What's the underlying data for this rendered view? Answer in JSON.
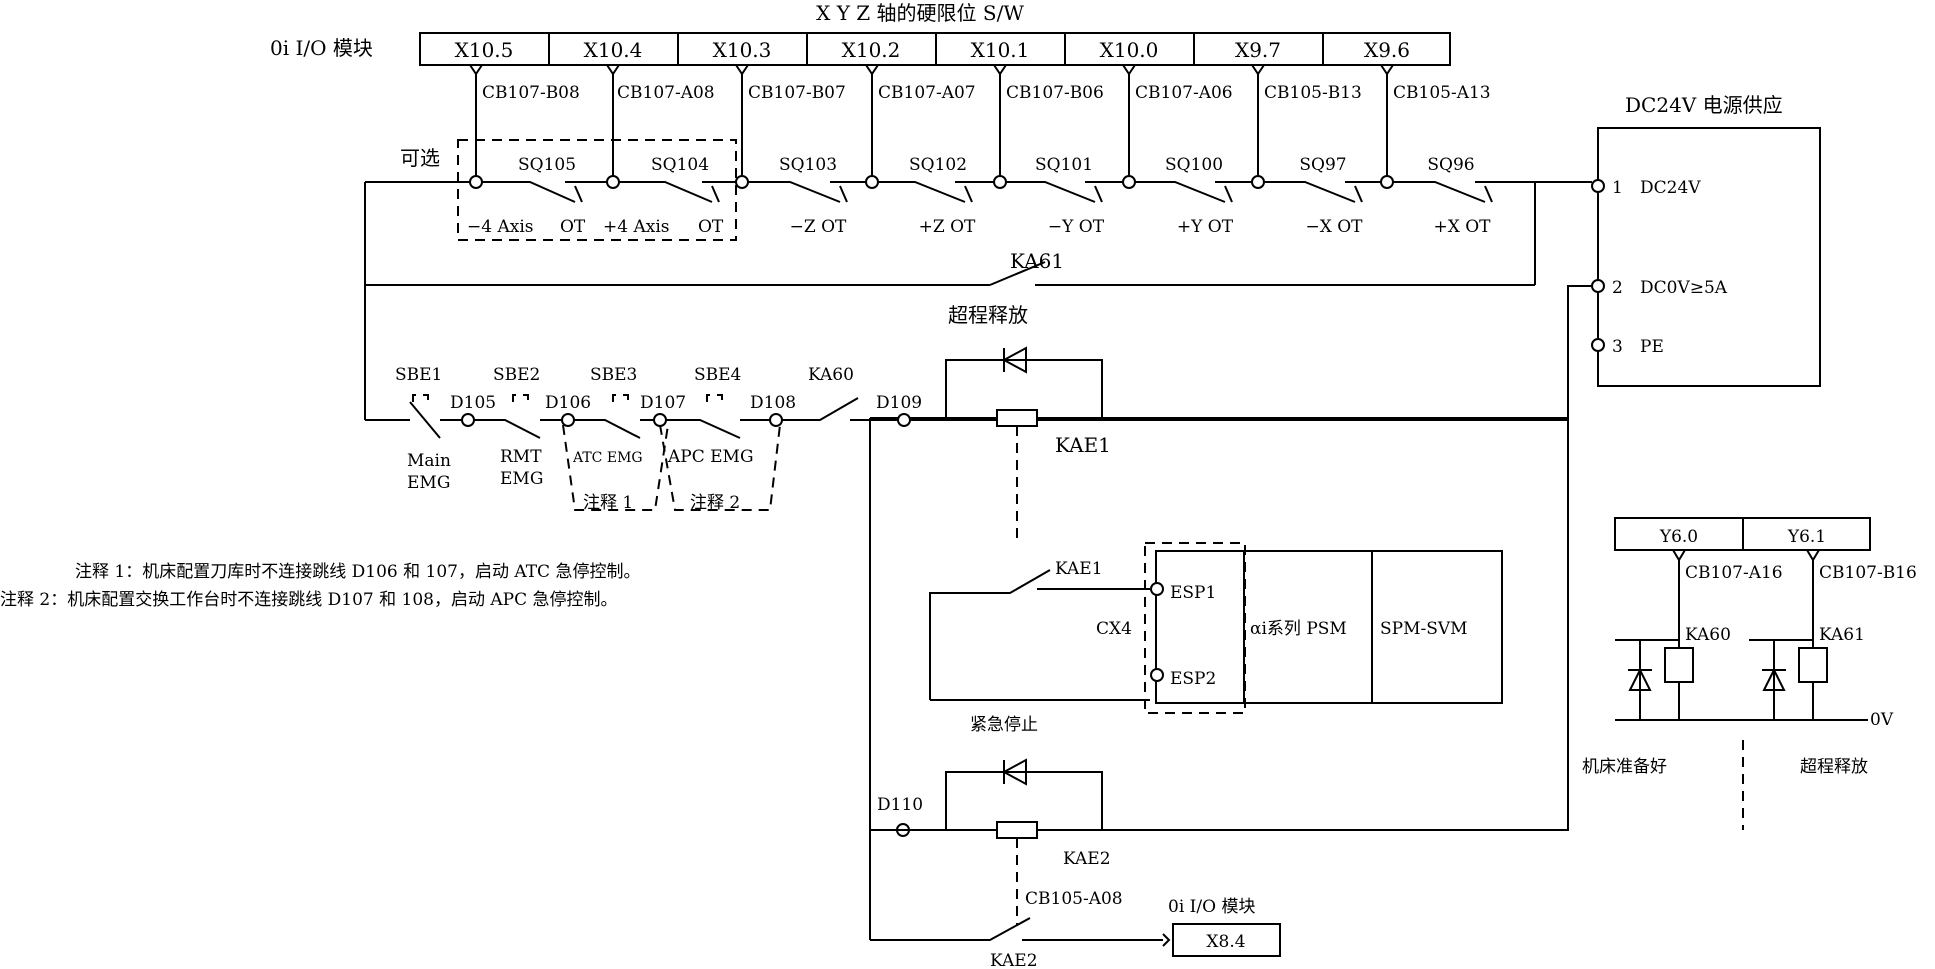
{
  "header": {
    "title": "X Y Z 轴的硬限位 S/W",
    "io_module": "0i I/O 模块"
  },
  "io_inputs": [
    "X10.5",
    "X10.4",
    "X10.3",
    "X10.2",
    "X10.1",
    "X10.0",
    "X9.7",
    "X9.6"
  ],
  "cb_pins": [
    "CB107-B08",
    "CB107-A08",
    "CB107-B07",
    "CB107-A07",
    "CB107-B06",
    "CB107-A06",
    "CB105-B13",
    "CB105-A13"
  ],
  "optional_label": "可选",
  "limit_switches": [
    {
      "id": "SQ105",
      "axis": "−4 Axis",
      "ot": "OT"
    },
    {
      "id": "SQ104",
      "axis": "+4 Axis",
      "ot": "OT"
    },
    {
      "id": "SQ103",
      "label": "−Z OT"
    },
    {
      "id": "SQ102",
      "label": "+Z OT"
    },
    {
      "id": "SQ101",
      "label": "−Y OT"
    },
    {
      "id": "SQ100",
      "label": "+Y OT"
    },
    {
      "id": "SQ97",
      "label": "−X OT"
    },
    {
      "id": "SQ96",
      "label": "+X OT"
    }
  ],
  "power_supply": {
    "title": "DC24V 电源供应",
    "t1_num": "1",
    "t1": "DC24V",
    "t2_num": "2",
    "t2": "DC0V≥5A",
    "t3_num": "3",
    "t3": "PE"
  },
  "ka61": "KA61",
  "release": "超程释放",
  "estop": {
    "sbe": [
      "SBE1",
      "SBE2",
      "SBE3",
      "SBE4"
    ],
    "ka60": "KA60",
    "nodes": [
      "D105",
      "D106",
      "D107",
      "D108",
      "D109"
    ],
    "main": [
      "Main",
      "EMG"
    ],
    "rmt": [
      "RMT",
      "EMG"
    ],
    "atc": "ATC EMG",
    "apc": "APC EMG",
    "note1_tag": "注释 1",
    "note2_tag": "注释 2"
  },
  "kae1": "KAE1",
  "notes": [
    "注释 1：机床配置刀库时不连接跳线 D106 和 107，启动 ATC 急停控制。",
    "注释 2：机床配置交换工作台时不连接跳线 D107 和 108，启动 APC 急停控制。"
  ],
  "psm": {
    "cx4": "CX4",
    "esp1": "ESP1",
    "esp2": "ESP2",
    "psm_label": "αi系列 PSM",
    "svm": "SPM-SVM",
    "estop_label": "紧急停止"
  },
  "relay_panel": {
    "outputs": [
      "Y6.0",
      "Y6.1"
    ],
    "pins": [
      "CB107-A16",
      "CB107-B16"
    ],
    "relays": [
      "KA60",
      "KA61"
    ],
    "ov": "0V",
    "ready": "机床准备好",
    "release": "超程释放"
  },
  "bottom": {
    "d110": "D110",
    "kae2": "KAE2",
    "cb": "CB105-A08",
    "io_module": "0i I/O 模块",
    "x84": "X8.4",
    "kae2_contact": "KAE2"
  }
}
